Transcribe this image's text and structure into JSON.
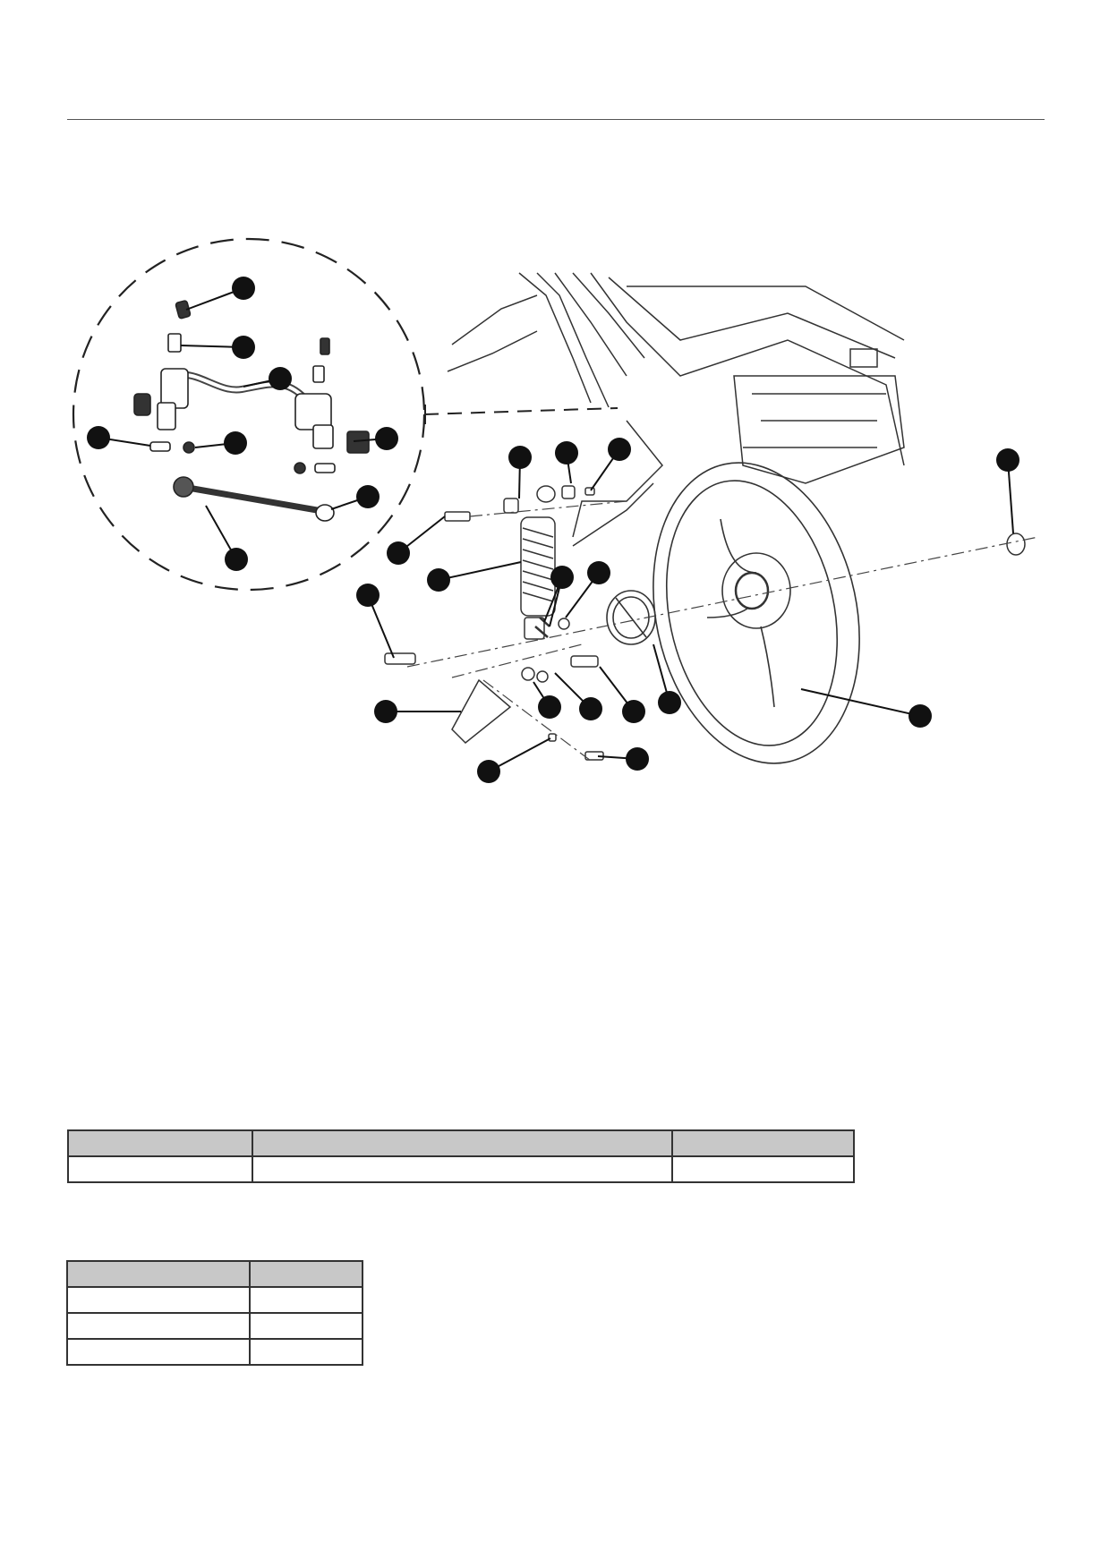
{
  "page": {
    "background": "#ffffff",
    "rule_color": "#555555",
    "callout_color": "#111111"
  },
  "diagram": {
    "icon": "exploded-parts-view",
    "callouts": [
      "callout-1",
      "callout-2",
      "callout-3",
      "callout-4",
      "callout-5",
      "callout-6",
      "callout-7",
      "callout-8",
      "callout-9",
      "callout-10",
      "callout-11",
      "callout-12",
      "callout-13",
      "callout-14",
      "callout-15",
      "callout-16",
      "callout-17",
      "callout-18",
      "callout-19",
      "callout-20",
      "callout-21",
      "callout-22",
      "callout-23",
      "callout-24"
    ]
  },
  "tables": {
    "table_a": {
      "header": [
        "",
        "",
        ""
      ],
      "rows": [
        [
          "",
          "",
          ""
        ]
      ]
    },
    "table_b": {
      "header": [
        "",
        ""
      ],
      "rows": [
        [
          "",
          ""
        ],
        [
          "",
          ""
        ],
        [
          "",
          ""
        ]
      ]
    },
    "header_fill": "#c8c8c8",
    "border_color": "#333333"
  }
}
